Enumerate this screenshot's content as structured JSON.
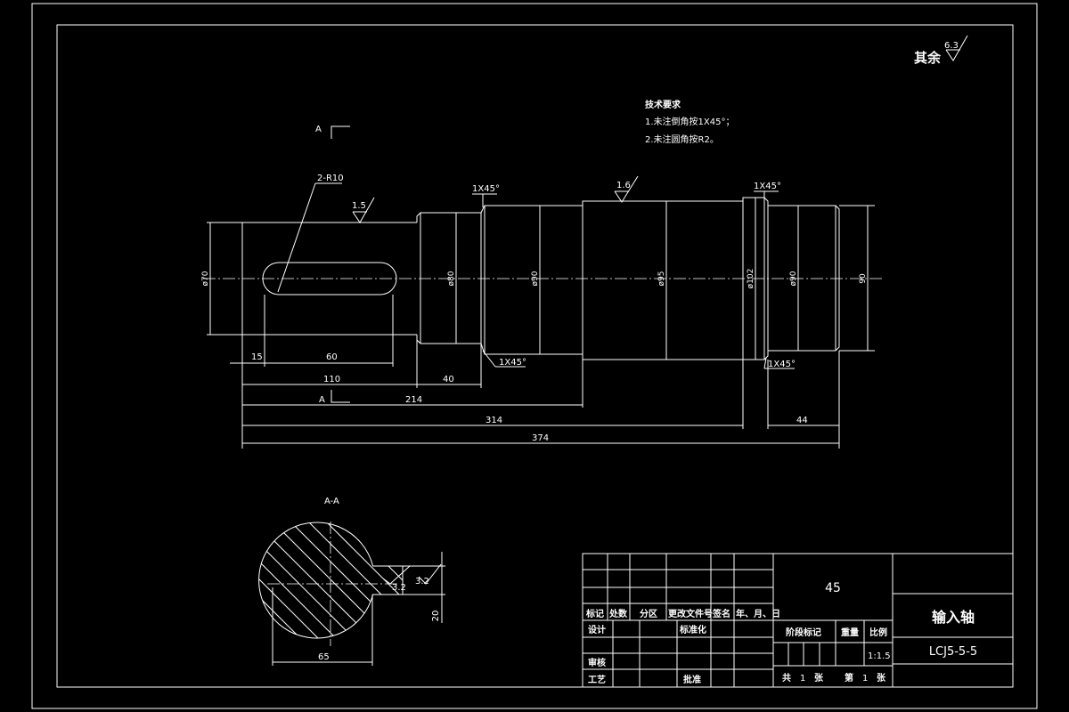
{
  "roughness_other": {
    "label": "其余",
    "value": "6.3"
  },
  "tech_requirements": {
    "title": "技术要求",
    "items": [
      "1.未注倒角按1X45°；",
      "2.未注圆角按R2。"
    ]
  },
  "section_marker": "A",
  "section_view_title": "A-A",
  "annotations": {
    "keyway_radius": "2-R10",
    "roughness_left": "1.5",
    "roughness_mid": "1.6",
    "chamfer_1": "1X45°",
    "chamfer_2": "1X45°",
    "chamfer_3": "1X45°",
    "chamfer_4": "1X45°"
  },
  "diameters": {
    "d70": "ø70",
    "d80": "ø80",
    "d90a": "ø90",
    "d95": "ø95",
    "d102": "ø102",
    "d90b": "ø90",
    "d90c": "90"
  },
  "lengths": {
    "l15": "15",
    "l60": "60",
    "l110": "110",
    "l40": "40",
    "l214": "214",
    "l314": "314",
    "l44": "44",
    "l374": "374"
  },
  "section_dims": {
    "width": "65",
    "depth": "20",
    "rough_a": "3.2",
    "rough_b": "3.2"
  },
  "title_block": {
    "material": "45",
    "part_name": "输入轴",
    "drawing_no": "LCJ5-5-5",
    "scale": "1:1.5",
    "headers": [
      "标记",
      "处数",
      "分区",
      "更改文件号",
      "签名",
      "年、月、日"
    ],
    "design": "设计",
    "standardize": "标准化",
    "review": "审核",
    "process": "工艺",
    "approve": "批准",
    "stage_mark": "阶段标记",
    "weight": "重量",
    "scale_label": "比例",
    "total": "共",
    "sheet": "张",
    "of": "第",
    "count_total": "1",
    "count_sheet": "1"
  }
}
